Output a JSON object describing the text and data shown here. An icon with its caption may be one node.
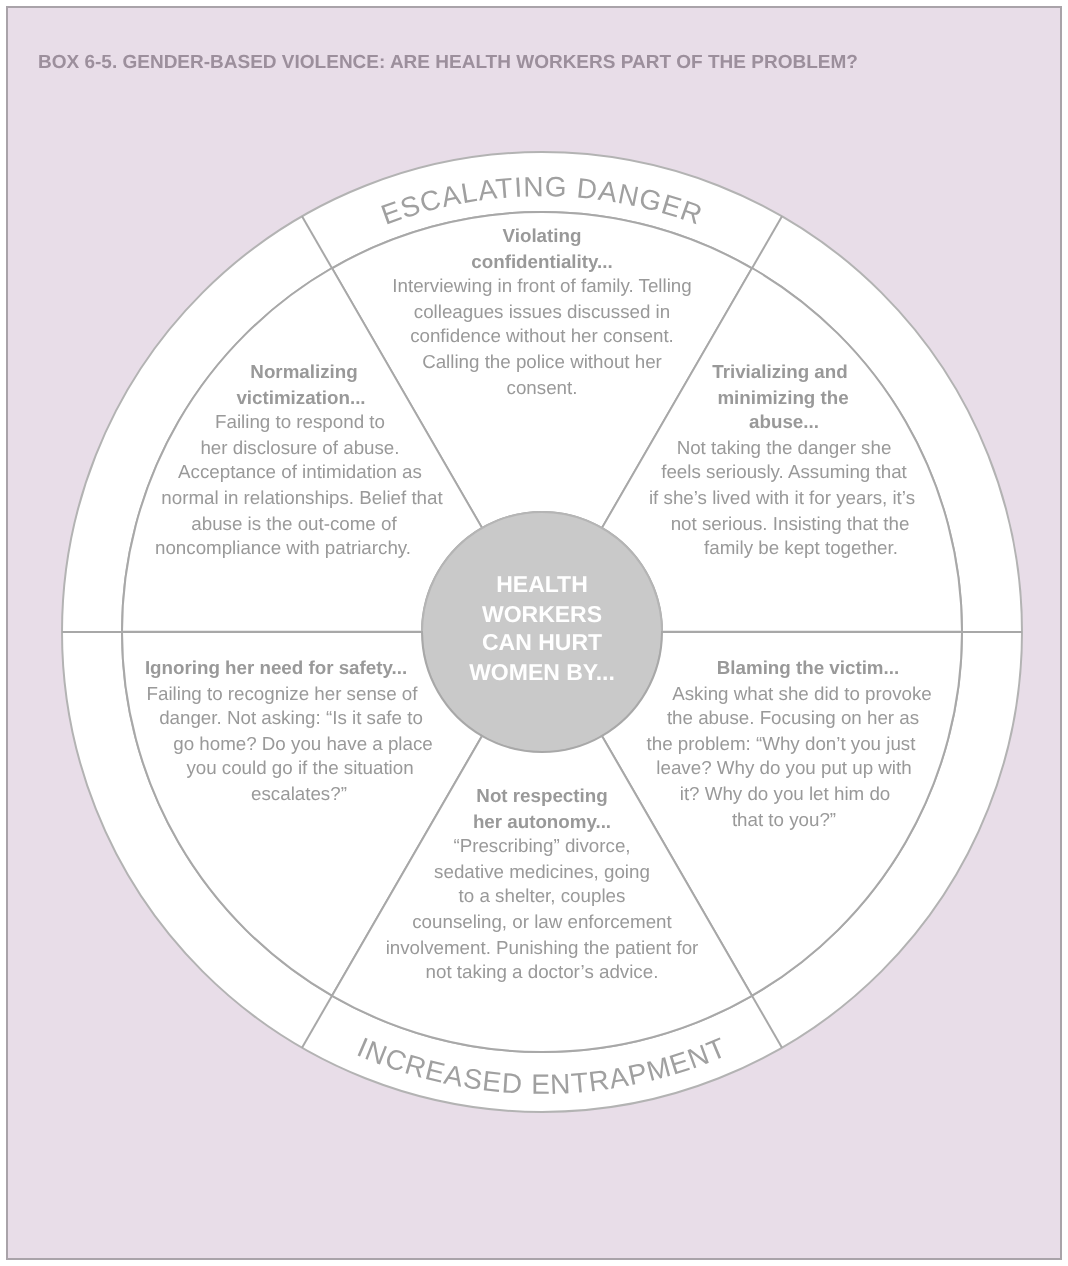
{
  "diagram": {
    "title": "BOX 6-5. GENDER-BASED VIOLENCE: ARE HEALTH WORKERS PART OF THE PROBLEM?",
    "nodes": [
      {
        "text": [
          "ESCALATING DANGER",
          "INCREASED ENTRAPMENT"
        ]
      },
      {
        "text": [
          "Violating confidentiality...",
          "Interviewing in front of family. Telling colleagues issues discussed in confidence without her consent. Calling the police without her consent."
        ],
        "in": 0
      },
      {
        "text": [
          "Normalizing victimization...",
          "Failing to respond to her disclosure of abuse. Acceptance of intimidation as normal in relationships. Belief that abuse is the out-come of noncompliance with patriarchy."
        ],
        "in": 0
      },
      {
        "text": [
          "Trivializing and minimizing the abuse...",
          "Not taking the danger she feels seriously. Assuming that if she’s lived with it for years, it’s not serious. Insisting that the family be kept together."
        ],
        "in": 0
      },
      {
        "text": [
          "HEALTH WORKERS CAN HURT WOMEN BY..."
        ],
        "in": 0
      },
      {
        "text": [
          "Ignoring her need for safety...",
          "Failing to recognize her sense of danger. Not asking: “Is it safe to go home? Do you have a place you could go if the situation escalates?”"
        ],
        "in": 0
      },
      {
        "text": [
          "Blaming the victim...",
          "Asking what she did to provoke the abuse. Focusing on her as the problem: “Why don’t you just leave? Why do you put up with it? Why do you let him do that to you?”"
        ],
        "in": 0
      },
      {
        "text": [
          "Not respecting her autonomy...",
          "“Prescribing” divorce, sedative medicines, going to a shelter, couples counseling, or law enforcement involvement. Punishing the patient for not taking a doctor’s advice."
        ],
        "in": 0
      }
    ],
    "edges": []
  }
}
